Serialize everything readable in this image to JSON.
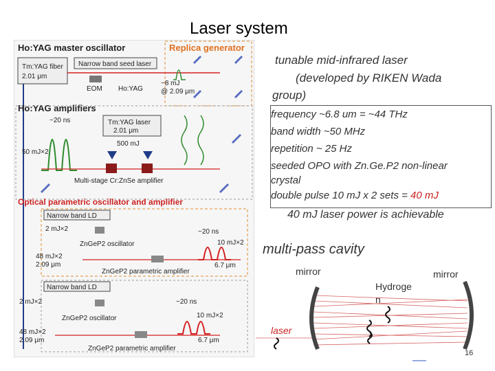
{
  "slide": {
    "title": "Laser system",
    "page_number": "16"
  },
  "diagram": {
    "sections": {
      "master": "Ho:YAG master oscillator",
      "replica": "Replica generator",
      "amplifiers": "Ho:YAG amplifiers",
      "opo": "Optical parametric oscillator and amplifier"
    },
    "labels": {
      "tm_fiber": "Tm:YAG fiber",
      "tm_fiber_wl": "2.01 μm",
      "nb_seed": "Narrow band seed laser",
      "eom": "EOM",
      "ho_yag": "Ho:YAG",
      "energy_8mj": "~8 mJ",
      "wl_209": "@ 2.09 μm",
      "pulse_20ns": "~20 ns",
      "energy_50mj": "50 mJ×2",
      "tm_yag_laser": "Tm:YAG laser",
      "tm_yag_wl": "2.01 μm",
      "energy_500mj": "500 mJ",
      "crznse_amp": "Multi-stage Cr:ZnSe amplifier",
      "nb_ld_1": "Narrow band LD",
      "energy_2mj_1": "2 mJ×2",
      "osc_1": "ZnGeP2 oscillator",
      "energy_48mj_1": "48 mJ×2",
      "wl_209_1": "2.09 μm",
      "pa_1": "ZnGeP2 parametric amplifier",
      "pulse_20ns_1": "~20 ns",
      "energy_10mj_1": "10 mJ×2",
      "wl_67_1": "6.7 μm",
      "nb_ld_2": "Narrow band LD",
      "energy_2mj_2": "2 mJ×2",
      "osc_2": "ZnGeP2 oscillator",
      "energy_48mj_2": "48 mJ×2",
      "wl_209_2": "2.09 μm",
      "pa_2": "ZnGeP2 parametric amplifier",
      "pulse_20ns_2": "~20 ns",
      "energy_10mj_2": "10 mJ×2",
      "wl_67_2": "6.7 μm"
    },
    "colors": {
      "section_title": "#222222",
      "replica_title": "#e07020",
      "opo_title": "#cc2222",
      "dashed_box": "#e08a30",
      "beam_red": "#d42020",
      "pulse_green": "#2e8b2e",
      "element_brown": "#8b1a1a",
      "ld_blue": "#1f3c88",
      "mirror_blue": "#5a6fc0"
    }
  },
  "description": {
    "line1": "tunable mid-infrared laser",
    "line2": "(developed by RIKEN Wada",
    "line3": "group)"
  },
  "specs": {
    "frequency": "frequency ~6.8 um = ~44 THz",
    "bandwidth": "band width ~50 MHz",
    "repetition": "repetition ~ 25 Hz",
    "opo_1": "seeded OPO with Zn.Ge.P2 non-linear",
    "opo_2": "crystal",
    "pulse_prefix": "double pulse 10 mJ x 2 sets = ",
    "pulse_highlight": "40 mJ"
  },
  "achievement": "40 mJ laser power is achievable",
  "cavity": {
    "title": "multi-pass cavity",
    "mirror_left": "mirror",
    "mirror_right": "mirror",
    "hydrogen_1": "Hydroge",
    "hydrogen_2": "n",
    "laser": "laser"
  }
}
